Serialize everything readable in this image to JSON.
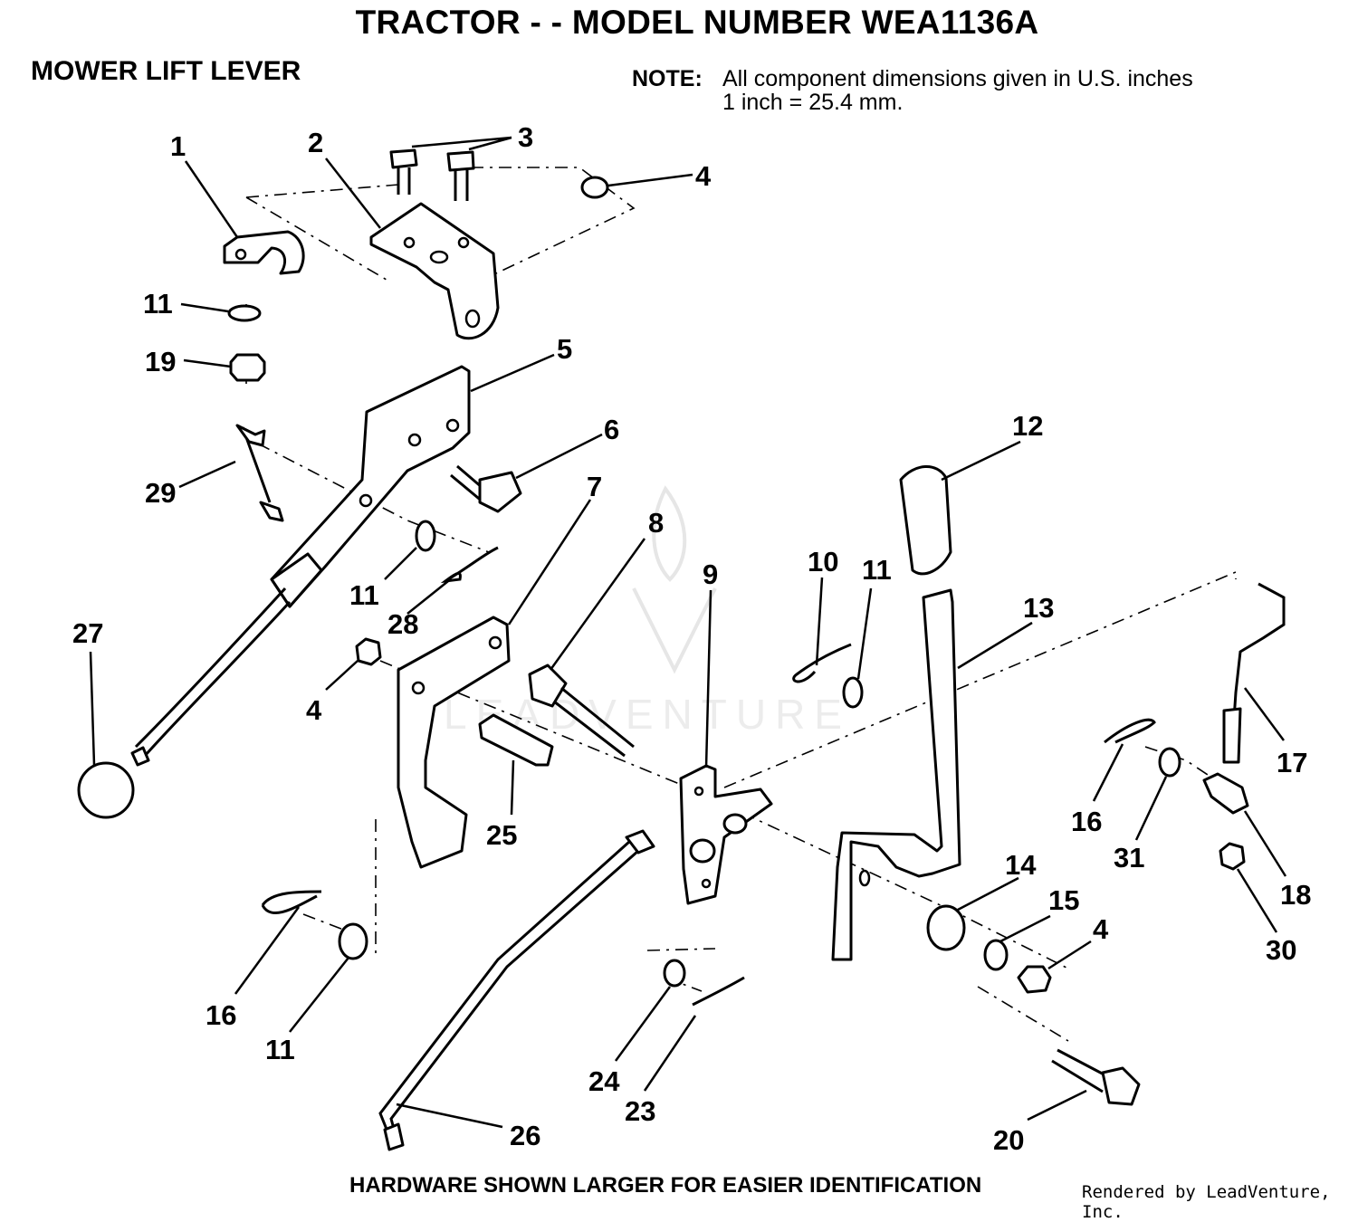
{
  "header": {
    "title": "TRACTOR - - MODEL NUMBER WEA1136A",
    "section": "MOWER LIFT LEVER"
  },
  "note": {
    "label": "NOTE:",
    "line1": "All component dimensions given in U.S. inches",
    "line2": "1 inch = 25.4 mm."
  },
  "footer": {
    "text": "HARDWARE SHOWN LARGER FOR EASIER IDENTIFICATION",
    "credit": "Rendered by LeadVenture, Inc."
  },
  "watermark": "LEADVENTURE",
  "callouts": [
    "1",
    "2",
    "3",
    "4",
    "11",
    "19",
    "5",
    "6",
    "29",
    "27",
    "11",
    "28",
    "4",
    "7",
    "8",
    "9",
    "10",
    "11",
    "12",
    "13",
    "25",
    "17",
    "16",
    "31",
    "18",
    "14",
    "15",
    "4",
    "30",
    "16",
    "11",
    "24",
    "23",
    "26",
    "20"
  ]
}
